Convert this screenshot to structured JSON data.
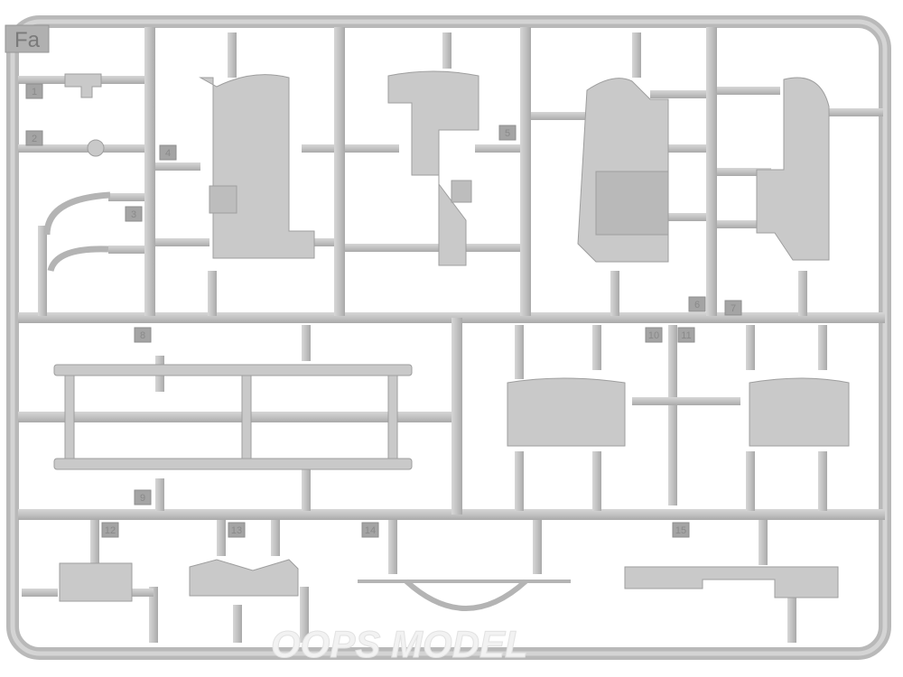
{
  "sprue": {
    "code": "Fa",
    "part_numbers": [
      "1",
      "2",
      "3",
      "4",
      "5",
      "6",
      "7",
      "8",
      "9",
      "10",
      "11",
      "12",
      "13",
      "14",
      "15"
    ]
  },
  "watermark": "OOPS MODEL",
  "colors": {
    "plastic": "#c4c4c4",
    "plastic_dark": "#a8a8a8",
    "label_tab": "#9a9a9a",
    "background": "#ffffff"
  }
}
